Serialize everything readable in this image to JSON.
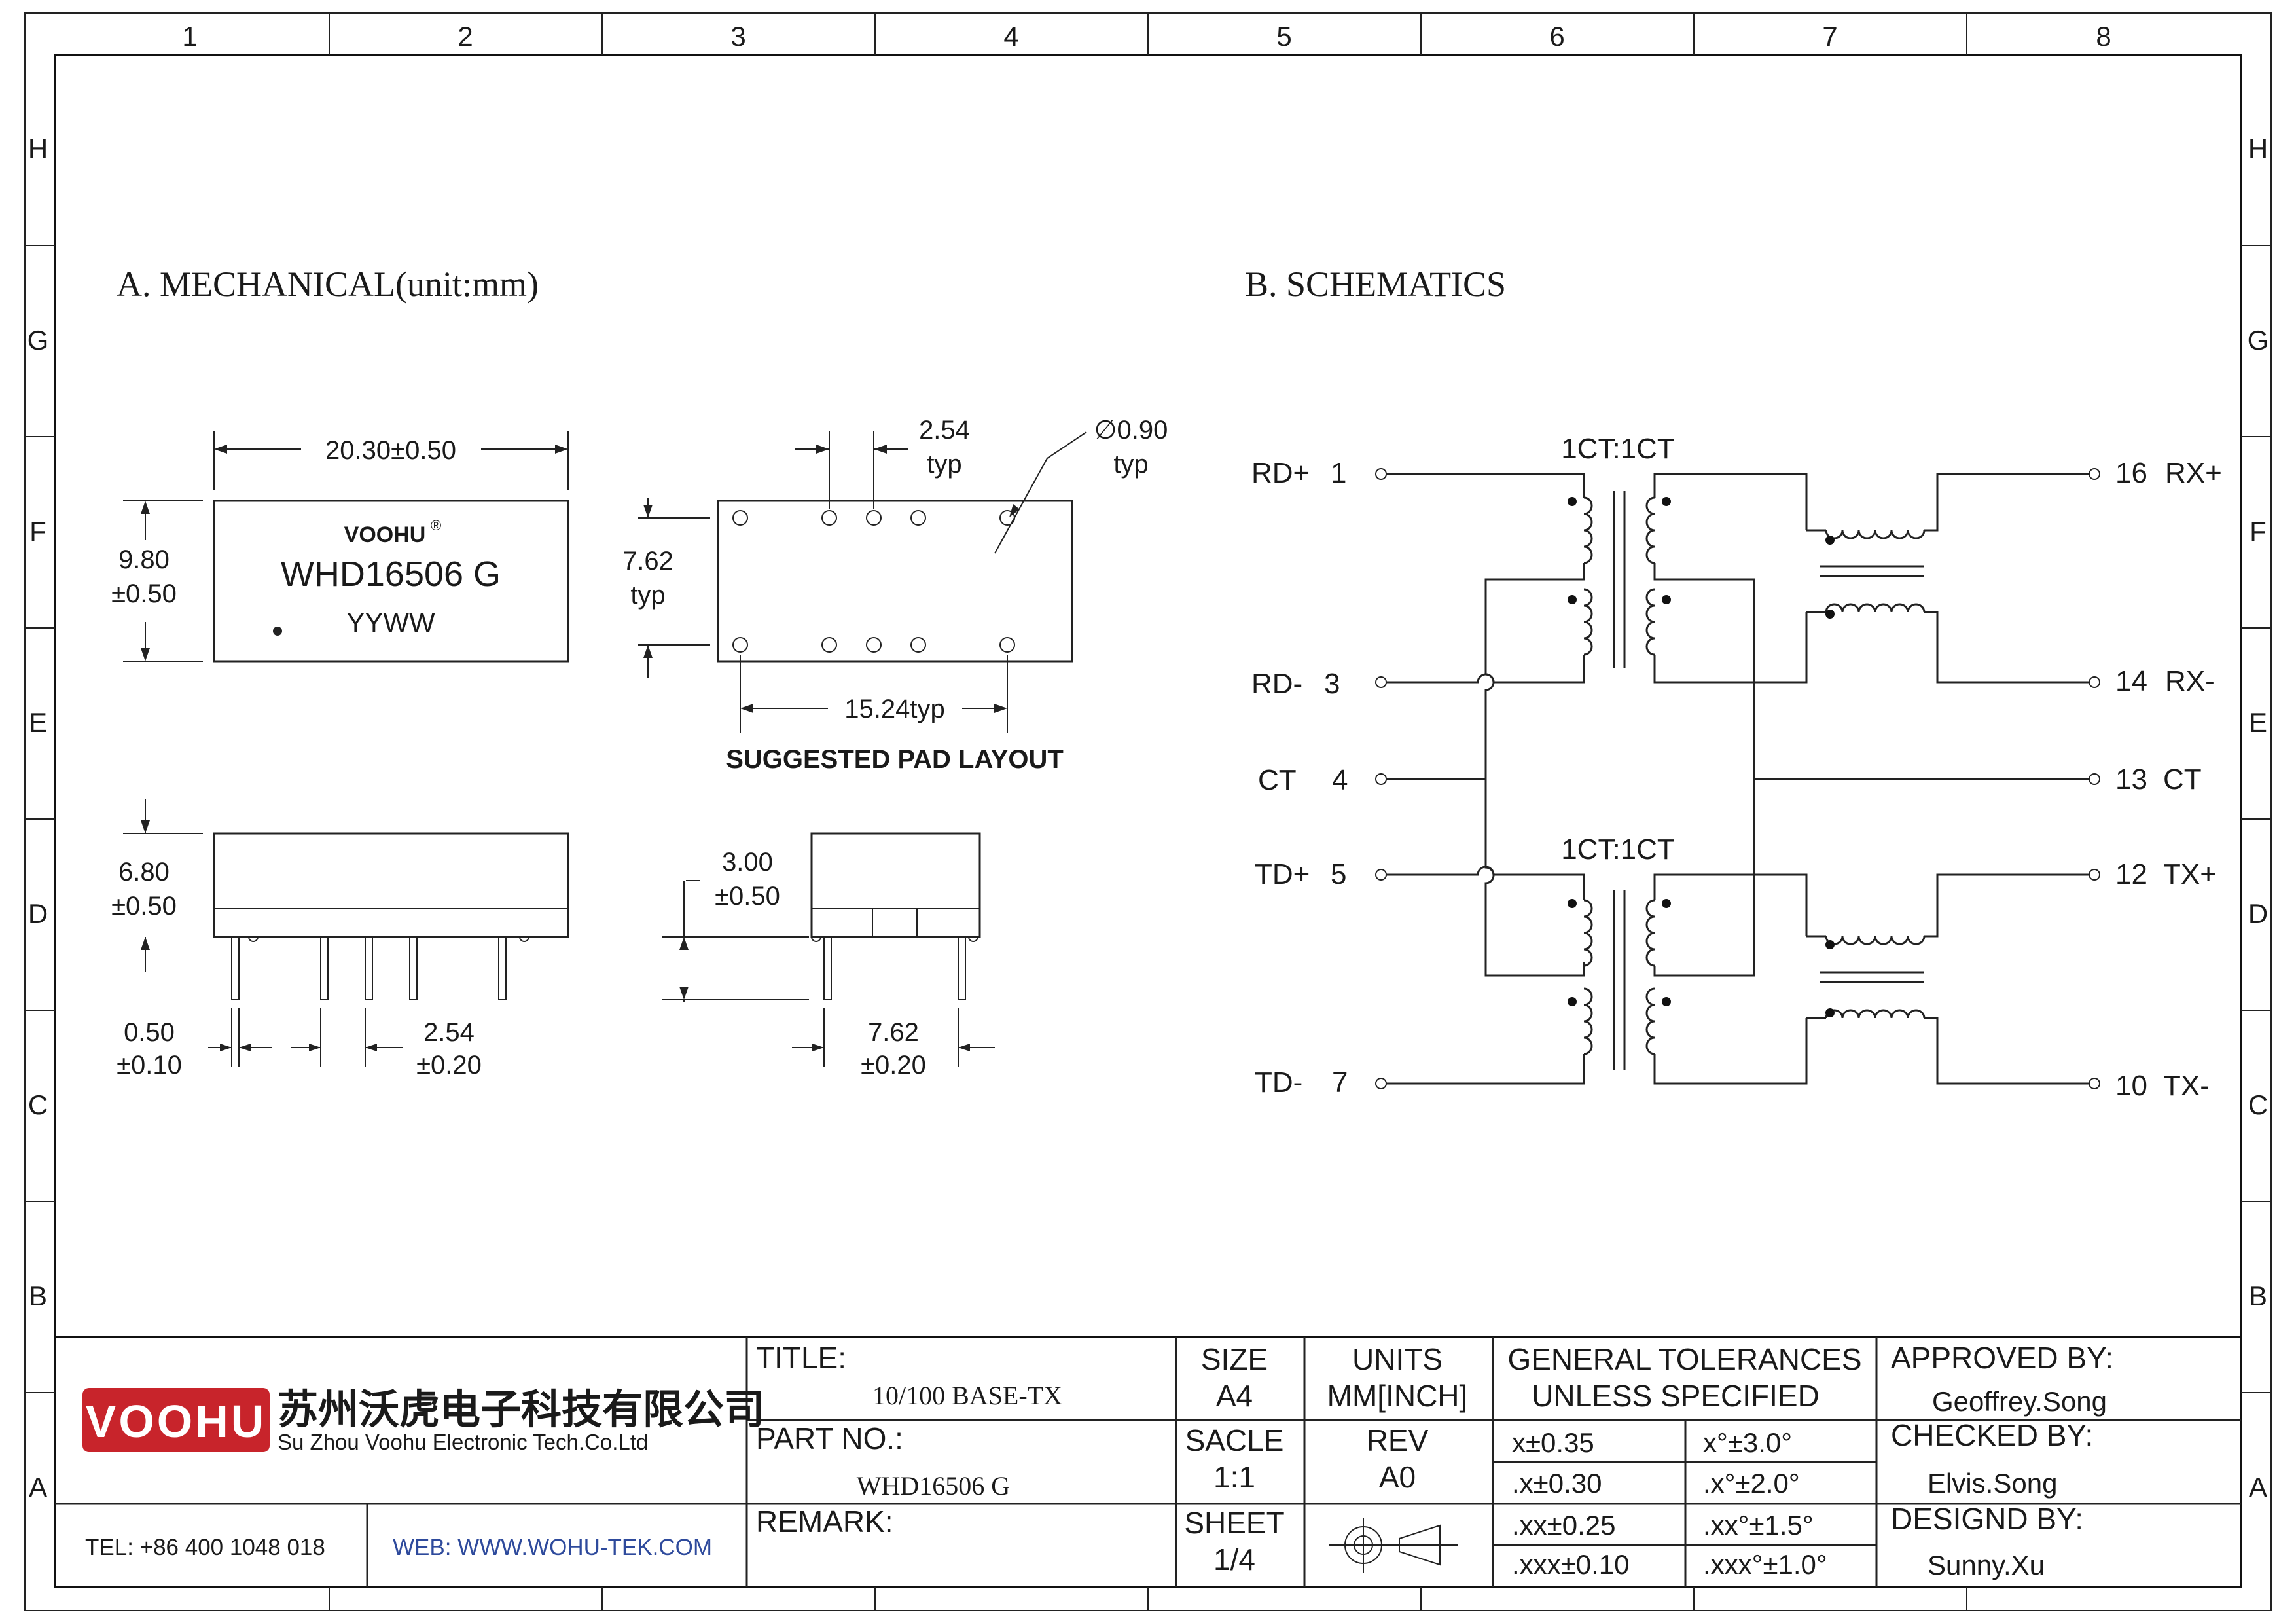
{
  "frame": {
    "columns": [
      "1",
      "2",
      "3",
      "4",
      "5",
      "6",
      "7",
      "8"
    ],
    "rows": [
      "H",
      "G",
      "F",
      "E",
      "D",
      "C",
      "B",
      "A"
    ]
  },
  "mechanical": {
    "heading": "A. MECHANICAL(unit:mm)",
    "top_view": {
      "width_dim": "20.30±0.50",
      "height_dim_1": "9.80",
      "height_dim_2": "±0.50",
      "brand": "VOOHU",
      "registered": "®",
      "part": "WHD16506 G",
      "date_code": "YYWW"
    },
    "pad_layout": {
      "pitch_1": "2.54",
      "pitch_2": "typ",
      "hole_1": "∅0.90",
      "hole_2": "typ",
      "row_1": "7.62",
      "row_2": "typ",
      "span": "15.24typ",
      "caption": "SUGGESTED PAD LAYOUT"
    },
    "side_view": {
      "height_1": "6.80",
      "height_2": "±0.50",
      "pin_w_1": "0.50",
      "pin_w_2": "±0.10",
      "pitch_1": "2.54",
      "pitch_2": "±0.20"
    },
    "end_view": {
      "lead_1": "3.00",
      "lead_2": "±0.50",
      "row_1": "7.62",
      "row_2": "±0.20"
    }
  },
  "schematic": {
    "heading": "B. SCHEMATICS",
    "ratio_top": "1CT:1CT",
    "ratio_bottom": "1CT:1CT",
    "pins_left": [
      {
        "name": "RD+",
        "num": "1"
      },
      {
        "name": "RD-",
        "num": "3"
      },
      {
        "name": "CT",
        "num": "4"
      },
      {
        "name": "TD+",
        "num": "5"
      },
      {
        "name": "TD-",
        "num": "7"
      }
    ],
    "pins_right": [
      {
        "num": "16",
        "name": "RX+"
      },
      {
        "num": "14",
        "name": "RX-"
      },
      {
        "num": "13",
        "name": "CT"
      },
      {
        "num": "12",
        "name": "TX+"
      },
      {
        "num": "10",
        "name": "TX-"
      }
    ]
  },
  "title_block": {
    "company_cn": "苏州沃虎电子科技有限公司",
    "company_en": "Su Zhou Voohu Electronic Tech.Co.Ltd",
    "logo": "VOOHU",
    "tel": "TEL: +86 400 1048 018",
    "web": "WEB: WWW.WOHU-TEK.COM",
    "title_label": "TITLE:",
    "title_value": "10/100 BASE-TX",
    "part_label": "PART NO.:",
    "part_value": "WHD16506 G",
    "remark_label": "REMARK:",
    "size_label": "SIZE",
    "size_value": "A4",
    "scale_label": "SACLE",
    "scale_value": "1:1",
    "sheet_label": "SHEET",
    "sheet_value": "1/4",
    "units_label": "UNITS",
    "units_value": "MM[INCH]",
    "rev_label": "REV",
    "rev_value": "A0",
    "tol_head_1": "GENERAL TOLERANCES",
    "tol_head_2": "UNLESS SPECIFIED",
    "tolerances": [
      {
        "lin": "x±0.35",
        "ang": "x°±3.0°"
      },
      {
        "lin": ".x±0.30",
        "ang": ".x°±2.0°"
      },
      {
        "lin": ".xx±0.25",
        "ang": ".xx°±1.5°"
      },
      {
        "lin": ".xxx±0.10",
        "ang": ".xxx°±1.0°"
      }
    ],
    "approved_label": "APPROVED BY:",
    "approved_value": "Geoffrey.Song",
    "checked_label": "CHECKED BY:",
    "checked_value": "Elvis.Song",
    "designed_label": "DESIGND BY:",
    "designed_value": "Sunny.Xu"
  },
  "colors": {
    "logo_red": "#c8242b",
    "web_blue": "#2e4a9c",
    "line": "#222222"
  }
}
